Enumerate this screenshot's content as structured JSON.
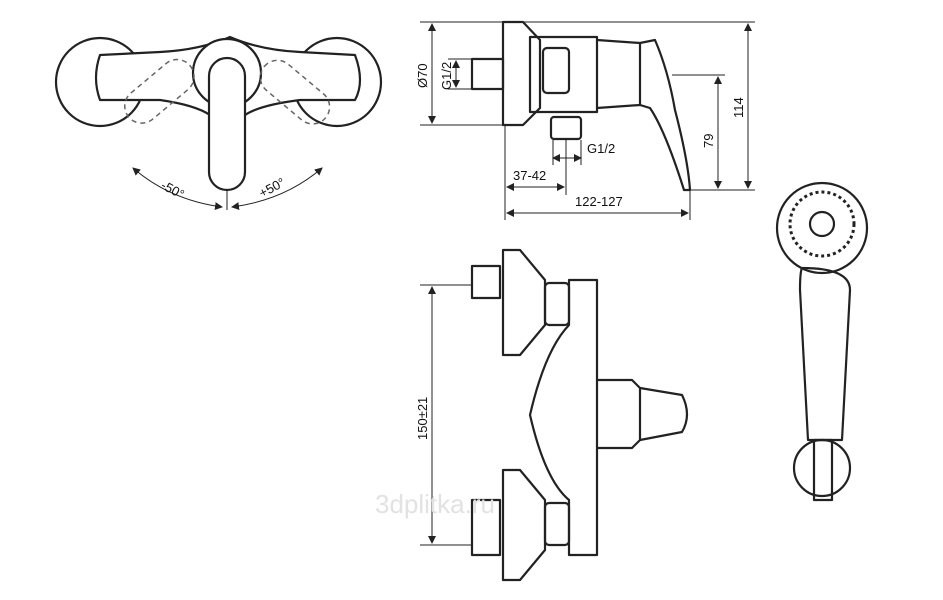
{
  "labels": {
    "angle_left": "-50°",
    "angle_right": "+50°",
    "flange_diameter": "Ø70",
    "inlet_thread": "G1/2",
    "outlet_thread": "G1/2",
    "outlet_offset": "37-42",
    "projection": "122-127",
    "lever_height": "79",
    "total_height": "114",
    "inlet_spacing": "150±21"
  },
  "watermark": "3dplitka.ru"
}
